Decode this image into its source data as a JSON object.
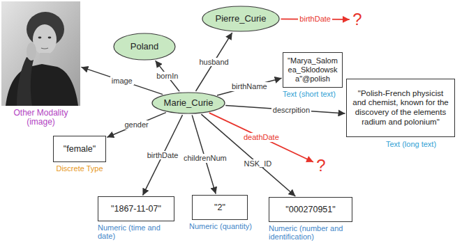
{
  "diagram": {
    "nodes": [
      {
        "text": [
          "Other Modality (image)"
        ]
      },
      {
        "text": [
          "Poland"
        ]
      },
      {
        "text": [
          "Pierre_Curie"
        ]
      },
      {
        "text": [
          "?"
        ]
      },
      {
        "text": [
          "Marie_Curie"
        ]
      },
      {
        "text": [
          "\"Marya_Salomea_Sklodowska\"@polish",
          "Text (short text)"
        ]
      },
      {
        "text": [
          "\"Polish-French physicist and chemist, known for the discovery of the elements radium and polonium\"",
          "Text (long text)"
        ]
      },
      {
        "text": [
          "\"female\"",
          "Discrete Type"
        ]
      },
      {
        "text": [
          "?"
        ]
      },
      {
        "text": [
          "\"1867-11-07\"",
          "Numeric (time and date)"
        ]
      },
      {
        "text": [
          "\"2\"",
          "Numeric (quantity)"
        ]
      },
      {
        "text": [
          "\"000270951\"",
          "Numeric (number and identification)"
        ]
      }
    ],
    "edges": [
      {
        "from": 4,
        "to": 0,
        "label": "image",
        "arrow": "to"
      },
      {
        "from": 4,
        "to": 1,
        "label": "bornIn",
        "arrow": "to"
      },
      {
        "from": 4,
        "to": 2,
        "label": "husband",
        "arrow": "to"
      },
      {
        "from": 2,
        "to": 3,
        "label": "birthDate",
        "arrow": "to"
      },
      {
        "from": 4,
        "to": 5,
        "label": "birthName",
        "arrow": "to"
      },
      {
        "from": 4,
        "to": 6,
        "label": "descrpition",
        "arrow": "to"
      },
      {
        "from": 4,
        "to": 7,
        "label": "gender",
        "arrow": "to"
      },
      {
        "from": 4,
        "to": 8,
        "label": "deathDate",
        "arrow": "to"
      },
      {
        "from": 4,
        "to": 9,
        "label": "birthDate",
        "arrow": "to"
      },
      {
        "from": 4,
        "to": 10,
        "label": "childrenNum",
        "arrow": "to"
      },
      {
        "from": 4,
        "to": 11,
        "label": "NSK_ID",
        "arrow": "to"
      }
    ]
  }
}
